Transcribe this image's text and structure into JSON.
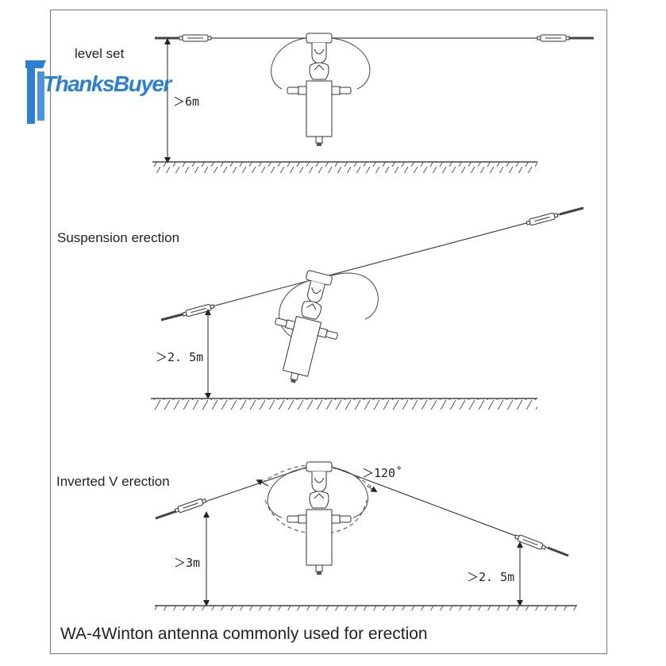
{
  "logo": {
    "text": "ThanksBuyer",
    "color": "#2f7fd1"
  },
  "sections": [
    {
      "title": "level set",
      "height_label": "＞6m"
    },
    {
      "title": "Suspension erection",
      "height_label": "＞2. 5m"
    },
    {
      "title": "Inverted V erection",
      "height_label_left": "＞3m",
      "height_label_right": "＞2. 5m",
      "angle_label": "＞120˚"
    }
  ],
  "caption": "WA-4Winton antenna commonly used for erection"
}
